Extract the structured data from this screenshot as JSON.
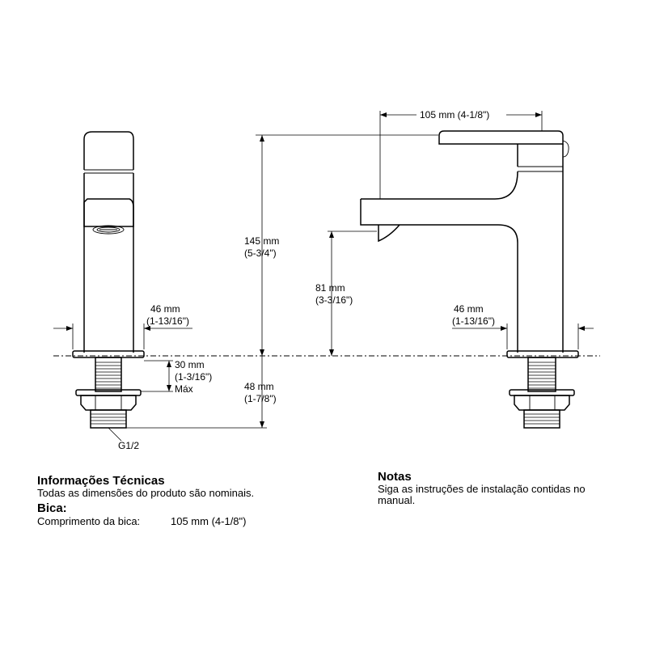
{
  "drawing": {
    "dim_spout_width": "105 mm (4-1/8\")",
    "dim_height_mm": "145 mm",
    "dim_height_in": "(5-3/4\")",
    "dim_spout_height_mm": "81 mm",
    "dim_spout_height_in": "(3-3/16\")",
    "dim_base_left_mm": "46 mm",
    "dim_base_left_in": "(1-13/16\")",
    "dim_base_right_mm": "46 mm",
    "dim_base_right_in": "(1-13/16\")",
    "dim_deck_mm": "30 mm",
    "dim_deck_in": "(1-3/16\")",
    "dim_deck_max": "Máx",
    "dim_shank_mm": "48 mm",
    "dim_shank_in": "(1-7/8\")",
    "thread_label": "G1/2"
  },
  "tech_info": {
    "title": "Informações Técnicas",
    "subtitle": "Todas as dimensões do produto são nominais.",
    "spout_heading": "Bica:",
    "spout_length_label": "Comprimento da bica:",
    "spout_length_value": "105 mm (4-1/8\")"
  },
  "notes": {
    "title": "Notas",
    "text": "Siga as instruções de instalação contidas no manual."
  }
}
